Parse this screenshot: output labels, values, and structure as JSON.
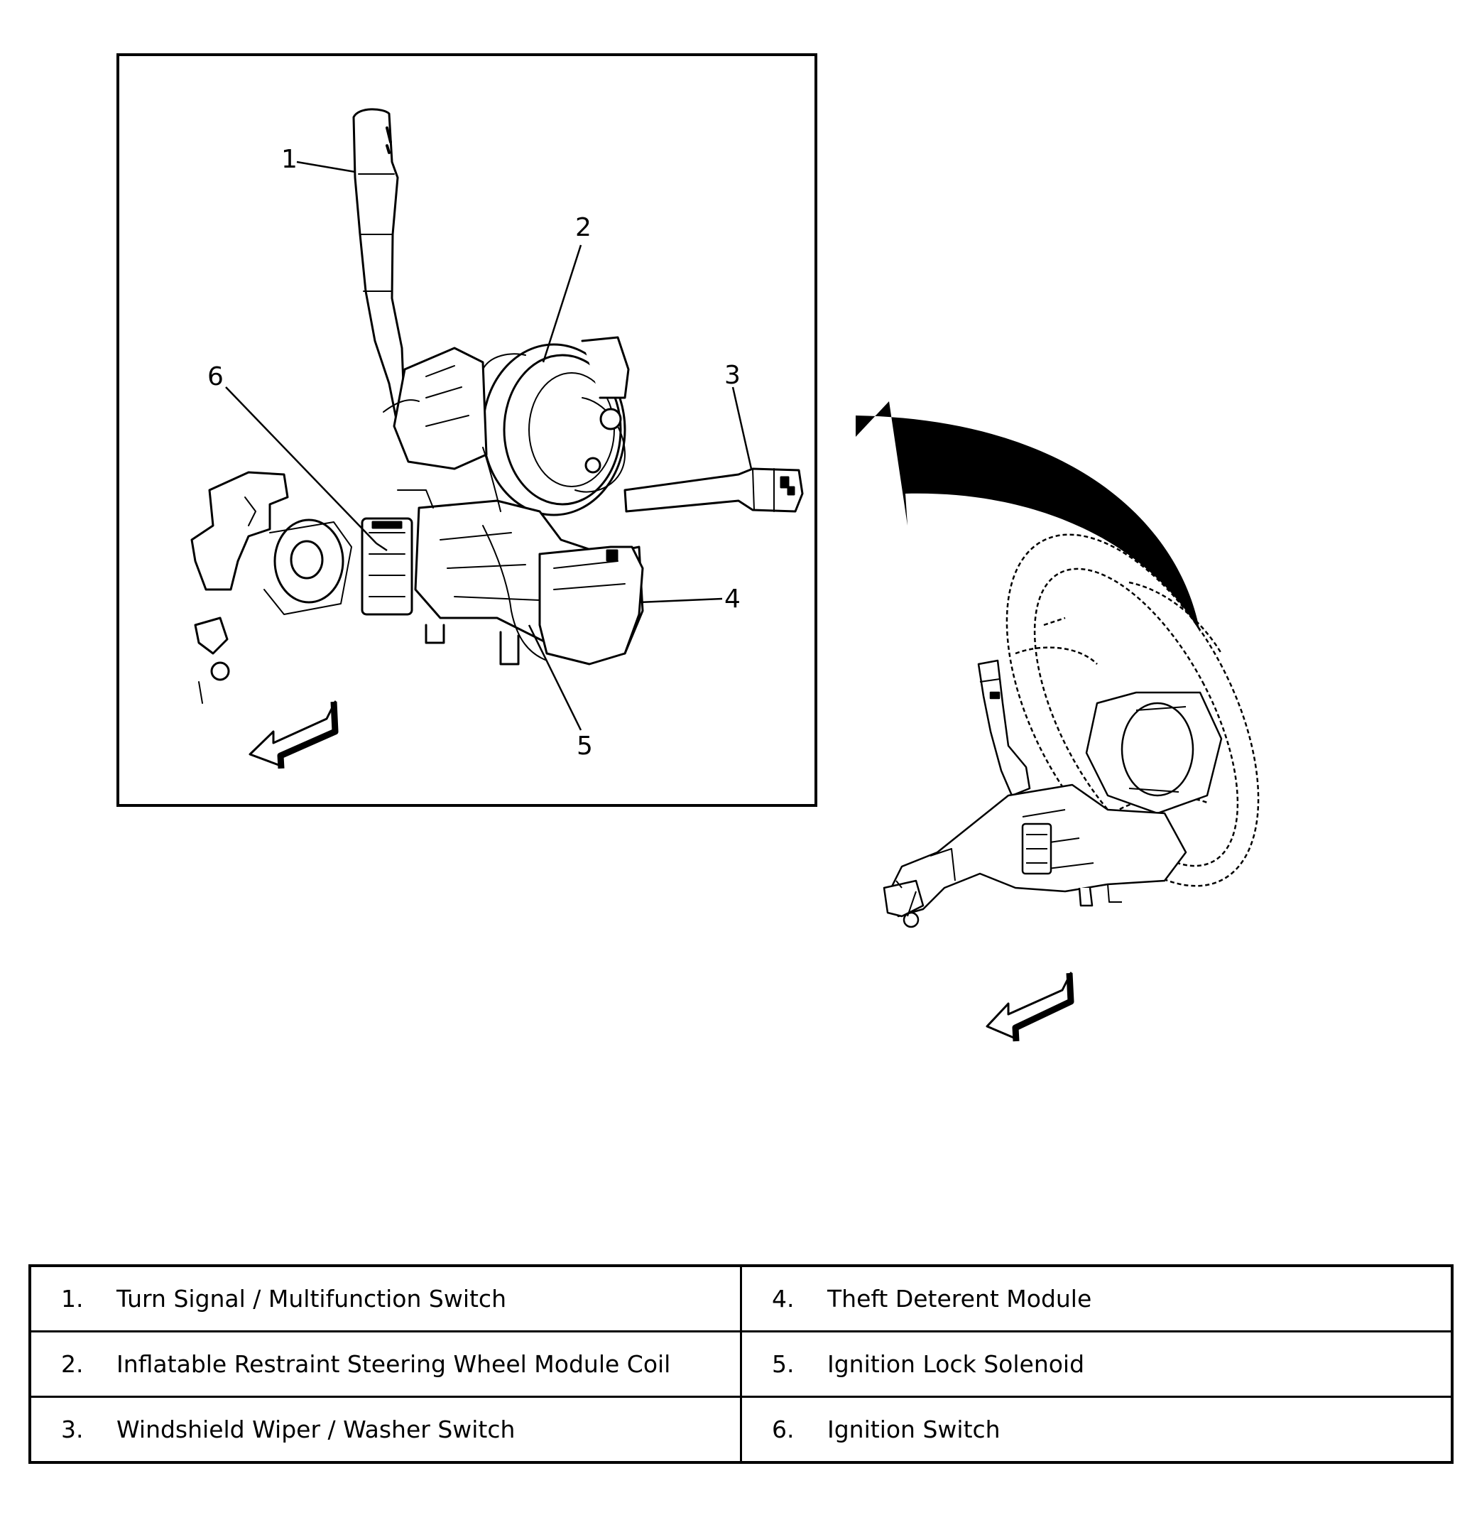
{
  "callouts": [
    "1",
    "2",
    "3",
    "4",
    "5",
    "6"
  ],
  "legend": [
    {
      "num": "1.",
      "text": "Turn Signal / Multifunction Switch"
    },
    {
      "num": "2.",
      "text": "Inflatable Restraint Steering Wheel Module Coil"
    },
    {
      "num": "3.",
      "text": "Windshield Wiper / Washer Switch"
    },
    {
      "num": "4.",
      "text": "Theft Deterent Module"
    },
    {
      "num": "5.",
      "text": "Ignition Lock Solenoid"
    },
    {
      "num": "6.",
      "text": "Ignition Switch"
    }
  ],
  "colors": {
    "line": "#000000",
    "background": "#ffffff"
  },
  "icons": [
    "view-direction-arrow-icon",
    "view-direction-arrow-icon",
    "curved-pointer-arrow-icon"
  ]
}
